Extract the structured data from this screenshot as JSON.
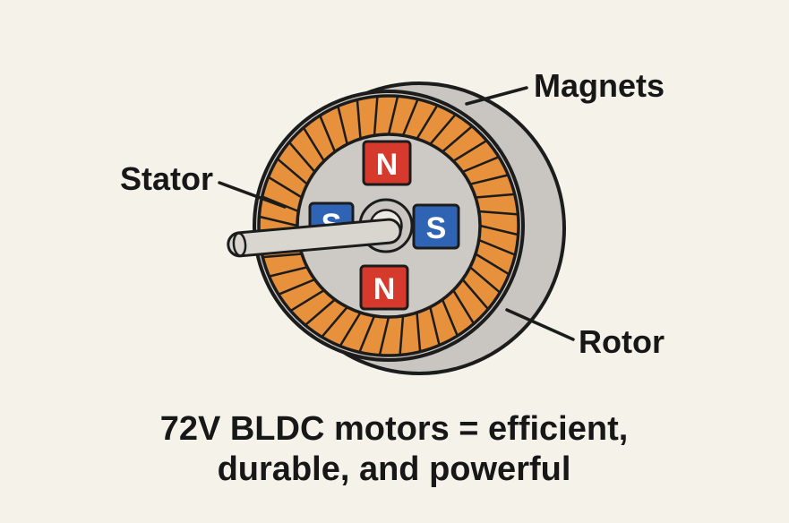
{
  "labels": {
    "magnets": "Magnets",
    "stator": "Stator",
    "rotor": "Rotor"
  },
  "magnets": {
    "top": "N",
    "right": "S",
    "bottom": "N",
    "left": "S"
  },
  "caption": {
    "line1": "72V BLDC motors = efficient,",
    "line2": "durable, and powerful"
  },
  "colors": {
    "background": "#f5f2ea",
    "rotor_gray": "#c9c6c1",
    "front_gray": "#cdcac5",
    "coil_orange": "#e8913d",
    "magnet_red": "#d63a2c",
    "magnet_blue": "#2f63b4",
    "shaft_gray": "#d9d6d0",
    "hub_inner": "#ece9e2",
    "outline": "#1c1c1c",
    "text": "#171717"
  }
}
